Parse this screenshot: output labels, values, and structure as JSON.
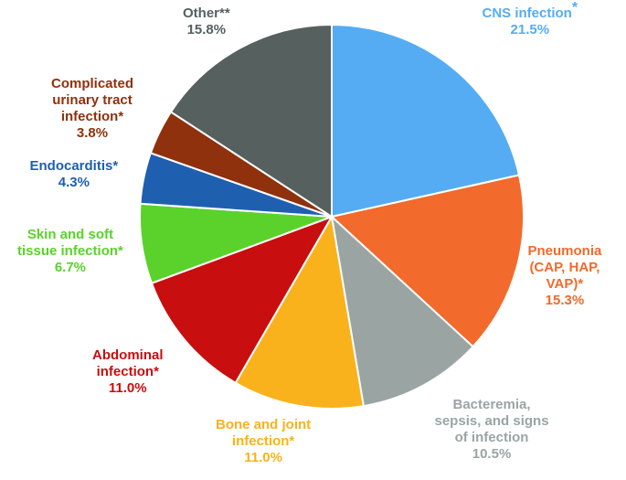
{
  "chart_data": {
    "type": "pie",
    "slices": [
      {
        "name": "CNS infection",
        "lines": [
          "CNS infection"
        ],
        "marker": "*",
        "value": 21.5,
        "value_label": "21.5%",
        "color": "#55acf2"
      },
      {
        "name": "Pneumonia (CAP, HAP, VAP)*",
        "lines": [
          "Pneumonia",
          "(CAP, HAP,",
          "VAP)*"
        ],
        "value": 15.3,
        "value_label": "15.3%",
        "color": "#f26a2c"
      },
      {
        "name": "Bacteremia, sepsis, and signs of infection",
        "lines": [
          "Bacteremia,",
          "sepsis, and signs",
          "of infection"
        ],
        "value": 10.5,
        "value_label": "10.5%",
        "color": "#9aa5a3"
      },
      {
        "name": "Bone and joint infection*",
        "lines": [
          "Bone and joint",
          "infection*"
        ],
        "value": 11.0,
        "value_label": "11.0%",
        "color": "#f9b21c"
      },
      {
        "name": "Abdominal infection*",
        "lines": [
          "Abdominal",
          "infection*"
        ],
        "value": 11.0,
        "value_label": "11.0%",
        "color": "#c80e0e"
      },
      {
        "name": "Skin and soft tissue infection*",
        "lines": [
          "Skin and soft",
          "tissue infection*"
        ],
        "value": 6.7,
        "value_label": "6.7%",
        "color": "#5ad22b"
      },
      {
        "name": "Endocarditis*",
        "lines": [
          "Endocarditis*"
        ],
        "value": 4.3,
        "value_label": "4.3%",
        "color": "#1f5fb0"
      },
      {
        "name": "Complicated urinary tract infection*",
        "lines": [
          "Complicated",
          "urinary tract",
          "infection*"
        ],
        "value": 3.8,
        "value_label": "3.8%",
        "color": "#8f310d"
      },
      {
        "name": "Other**",
        "lines": [
          "Other**"
        ],
        "value": 15.8,
        "value_label": "15.8%",
        "color": "#55605f"
      }
    ]
  }
}
